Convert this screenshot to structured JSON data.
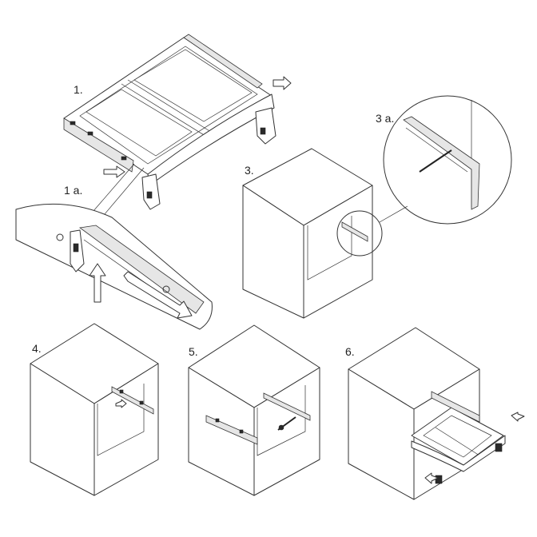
{
  "steps": {
    "s1": "1.",
    "s1a": "1 a.",
    "s3": "3.",
    "s3a": "3 a.",
    "s4": "4.",
    "s5": "5.",
    "s6": "6."
  },
  "colors": {
    "line": "#333333",
    "background": "#ffffff",
    "rail": "#e6e6e6"
  },
  "icons": [
    "slide-direction-arrow-icon",
    "screw-icon",
    "screwdriver-icon"
  ]
}
